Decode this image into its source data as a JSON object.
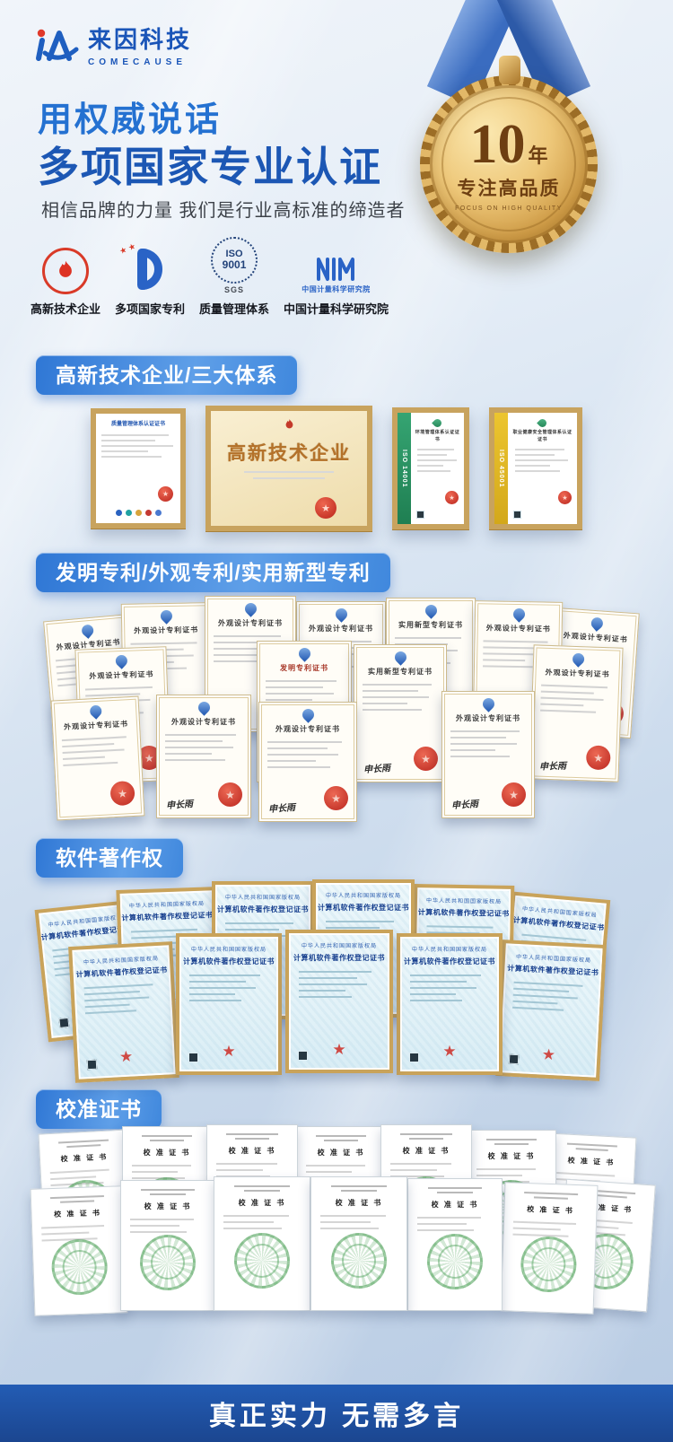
{
  "header": {
    "logo_cn": "来因科技",
    "logo_en": "COMECAUSE",
    "medal": {
      "number": "10",
      "unit": "年",
      "line1": "专注高品质",
      "line2": "FOCUS ON HIGH QUALITY"
    }
  },
  "hero": {
    "title_line1": "用权威说话",
    "title_line2": "多项国家专业认证",
    "subtitle": "相信品牌的力量 我们是行业高标准的缔造者",
    "badges": [
      {
        "label": "高新技术企业",
        "icon": "torch-emblem-icon"
      },
      {
        "label": "多项国家专利",
        "icon": "patent-emblem-icon"
      },
      {
        "label": "质量管理体系",
        "icon": "iso-9001-icon",
        "icon_line1": "ISO",
        "icon_line2": "9001",
        "icon_caption": "SGS"
      },
      {
        "label": "中国计量科学研究院",
        "icon": "nim-logo-icon",
        "icon_caption": "中国计量科学研究院"
      }
    ]
  },
  "section_certs": {
    "title": "高新技术企业/三大体系",
    "certs": [
      {
        "title": "质量管理体系认证证书"
      },
      {
        "title": "高新技术企业"
      },
      {
        "title": "环境管理体系认证证书",
        "side_label": "ISO 14001"
      },
      {
        "title": "职业健康安全管理体系认证证书",
        "side_label": "ISO 45001"
      }
    ]
  },
  "section_patents": {
    "title": "发明专利/外观专利/实用新型专利",
    "signature": "申长雨",
    "items": [
      {
        "label": "外观设计专利证书"
      },
      {
        "label": "外观设计专利证书"
      },
      {
        "label": "外观设计专利证书"
      },
      {
        "label": "外观设计专利证书"
      },
      {
        "label": "实用新型专利证书"
      },
      {
        "label": "外观设计专利证书"
      },
      {
        "label": "外观设计专利证书"
      },
      {
        "label": "外观设计专利证书"
      },
      {
        "label": "外观设计专利证书"
      },
      {
        "label": "发明专利证书",
        "style": "red"
      },
      {
        "label": "实用新型专利证书"
      },
      {
        "label": "外观设计专利证书"
      },
      {
        "label": "外观设计专利证书"
      },
      {
        "label": "外观设计专利证书"
      },
      {
        "label": "外观设计专利证书"
      }
    ]
  },
  "section_software": {
    "title": "软件著作权",
    "cert_header": "中华人民共和国国家版权局",
    "cert_title": "计算机软件著作权登记证书"
  },
  "section_calibration": {
    "title": "校准证书",
    "cert_title": "校 准 证 书"
  },
  "footer": {
    "text": "真正实力 无需多言"
  }
}
